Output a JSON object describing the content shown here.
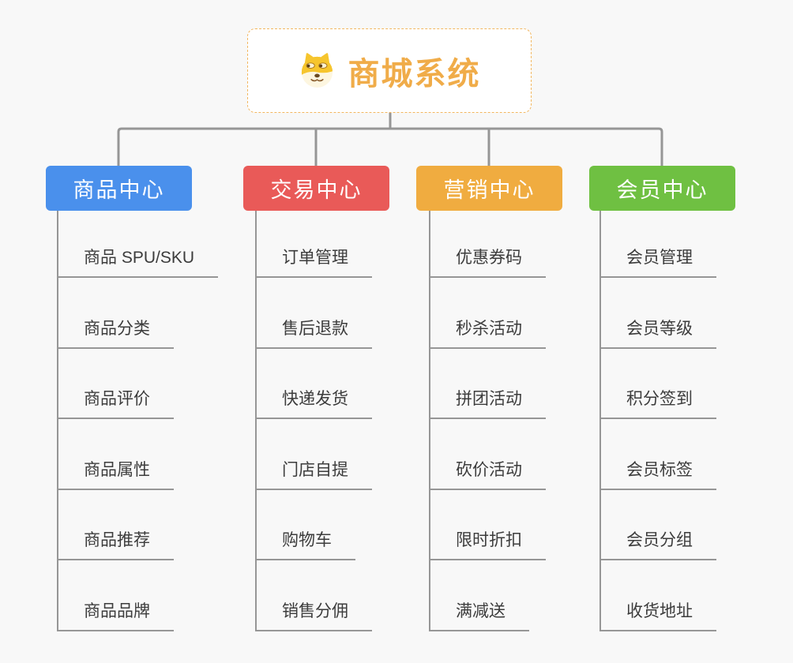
{
  "root": {
    "title": "商城系统",
    "icon": "doge-face-icon"
  },
  "colors": {
    "background": "#f8f8f8",
    "connector_line": "#969696",
    "root_text": "#f0ac49",
    "root_border": "#f2b65f",
    "leaf_text": "#3c3c3c",
    "branch_product": "#4a90ec",
    "branch_trade": "#e95a58",
    "branch_marketing": "#f0ac40",
    "branch_member": "#6fc042"
  },
  "columns": [
    {
      "id": "product-center",
      "title": "商品中心",
      "color": "#4a90ec",
      "items": [
        "商品 SPU/SKU",
        "商品分类",
        "商品评价",
        "商品属性",
        "商品推荐",
        "商品品牌"
      ]
    },
    {
      "id": "trade-center",
      "title": "交易中心",
      "color": "#e95a58",
      "items": [
        "订单管理",
        "售后退款",
        "快递发货",
        "门店自提",
        "购物车",
        "销售分佣"
      ]
    },
    {
      "id": "marketing-center",
      "title": "营销中心",
      "color": "#f0ac40",
      "items": [
        "优惠券码",
        "秒杀活动",
        "拼团活动",
        "砍价活动",
        "限时折扣",
        "满减送"
      ]
    },
    {
      "id": "member-center",
      "title": "会员中心",
      "color": "#6fc042",
      "items": [
        "会员管理",
        "会员等级",
        "积分签到",
        "会员标签",
        "会员分组",
        "收货地址"
      ]
    }
  ]
}
